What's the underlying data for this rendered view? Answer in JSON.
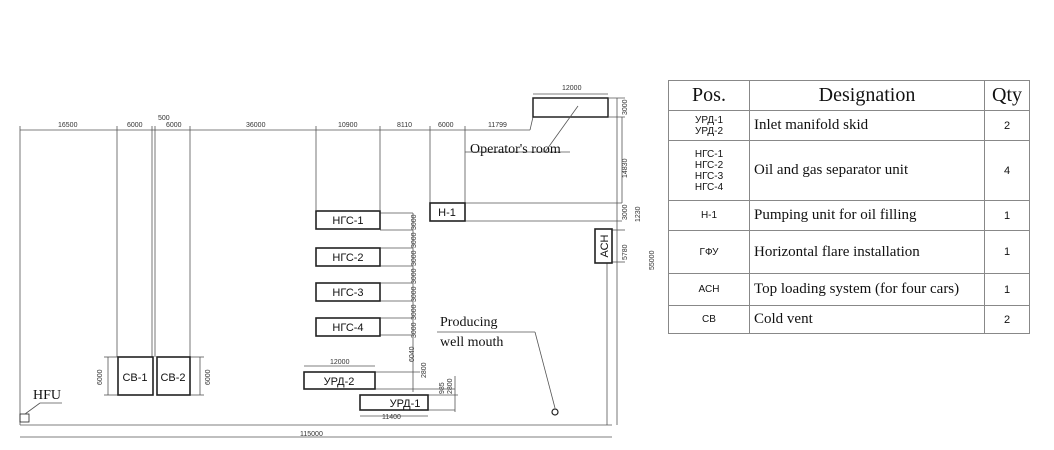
{
  "plan": {
    "top_dims": [
      "16500",
      "6000",
      "500",
      "6000",
      "36000",
      "10900",
      "8110",
      "6000",
      "11799"
    ],
    "room_width": "12000",
    "room_height": "3000",
    "dim_14830": "14830",
    "dim_3000_h1": "3000",
    "dim_1230": "1230",
    "dim_5780": "5780",
    "dim_55000": "55000",
    "sep_dims": [
      "3000",
      "3000",
      "3000",
      "3000",
      "3000",
      "3000",
      "3000"
    ],
    "dim_6040": "6040",
    "dim_2800a": "2800",
    "dim_985": "985",
    "dim_2800b": "2800",
    "urd2_width": "12000",
    "urd1_width": "11400",
    "total_length": "115000",
    "cv_left": "6000",
    "cv_right": "6000",
    "units": {
      "ngs1": "НГС-1",
      "ngs2": "НГС-2",
      "ngs3": "НГС-3",
      "ngs4": "НГС-4",
      "h1": "Н-1",
      "ach": "АСН",
      "cv1": "СВ-1",
      "cv2": "СВ-2",
      "urd2": "УРД-2",
      "urd1": "УРД-1"
    },
    "notes": {
      "operator_room": "Operator's room",
      "well_line1": "Producing",
      "well_line2": "well mouth",
      "hfu": "HFU"
    }
  },
  "table": {
    "headers": {
      "pos": "Pos.",
      "designation": "Designation",
      "qty": "Qty"
    },
    "rows": [
      {
        "pos": [
          "УРД-1",
          "УРД-2"
        ],
        "designation": "Inlet manifold skid",
        "qty": "2"
      },
      {
        "pos": [
          "НГС-1",
          "НГС-2",
          "НГС-3",
          "НГС-4"
        ],
        "designation": "Oil and gas separator unit",
        "qty": "4"
      },
      {
        "pos": [
          "Н-1"
        ],
        "designation": "Pumping unit for oil filling",
        "qty": "1"
      },
      {
        "pos": [
          "ГФУ"
        ],
        "designation": "Horizontal flare installation",
        "qty": "1"
      },
      {
        "pos": [
          "АСН"
        ],
        "designation": "Top loading system (for four cars)",
        "qty": "1"
      },
      {
        "pos": [
          "СВ"
        ],
        "designation": "Cold vent",
        "qty": "2"
      }
    ]
  }
}
